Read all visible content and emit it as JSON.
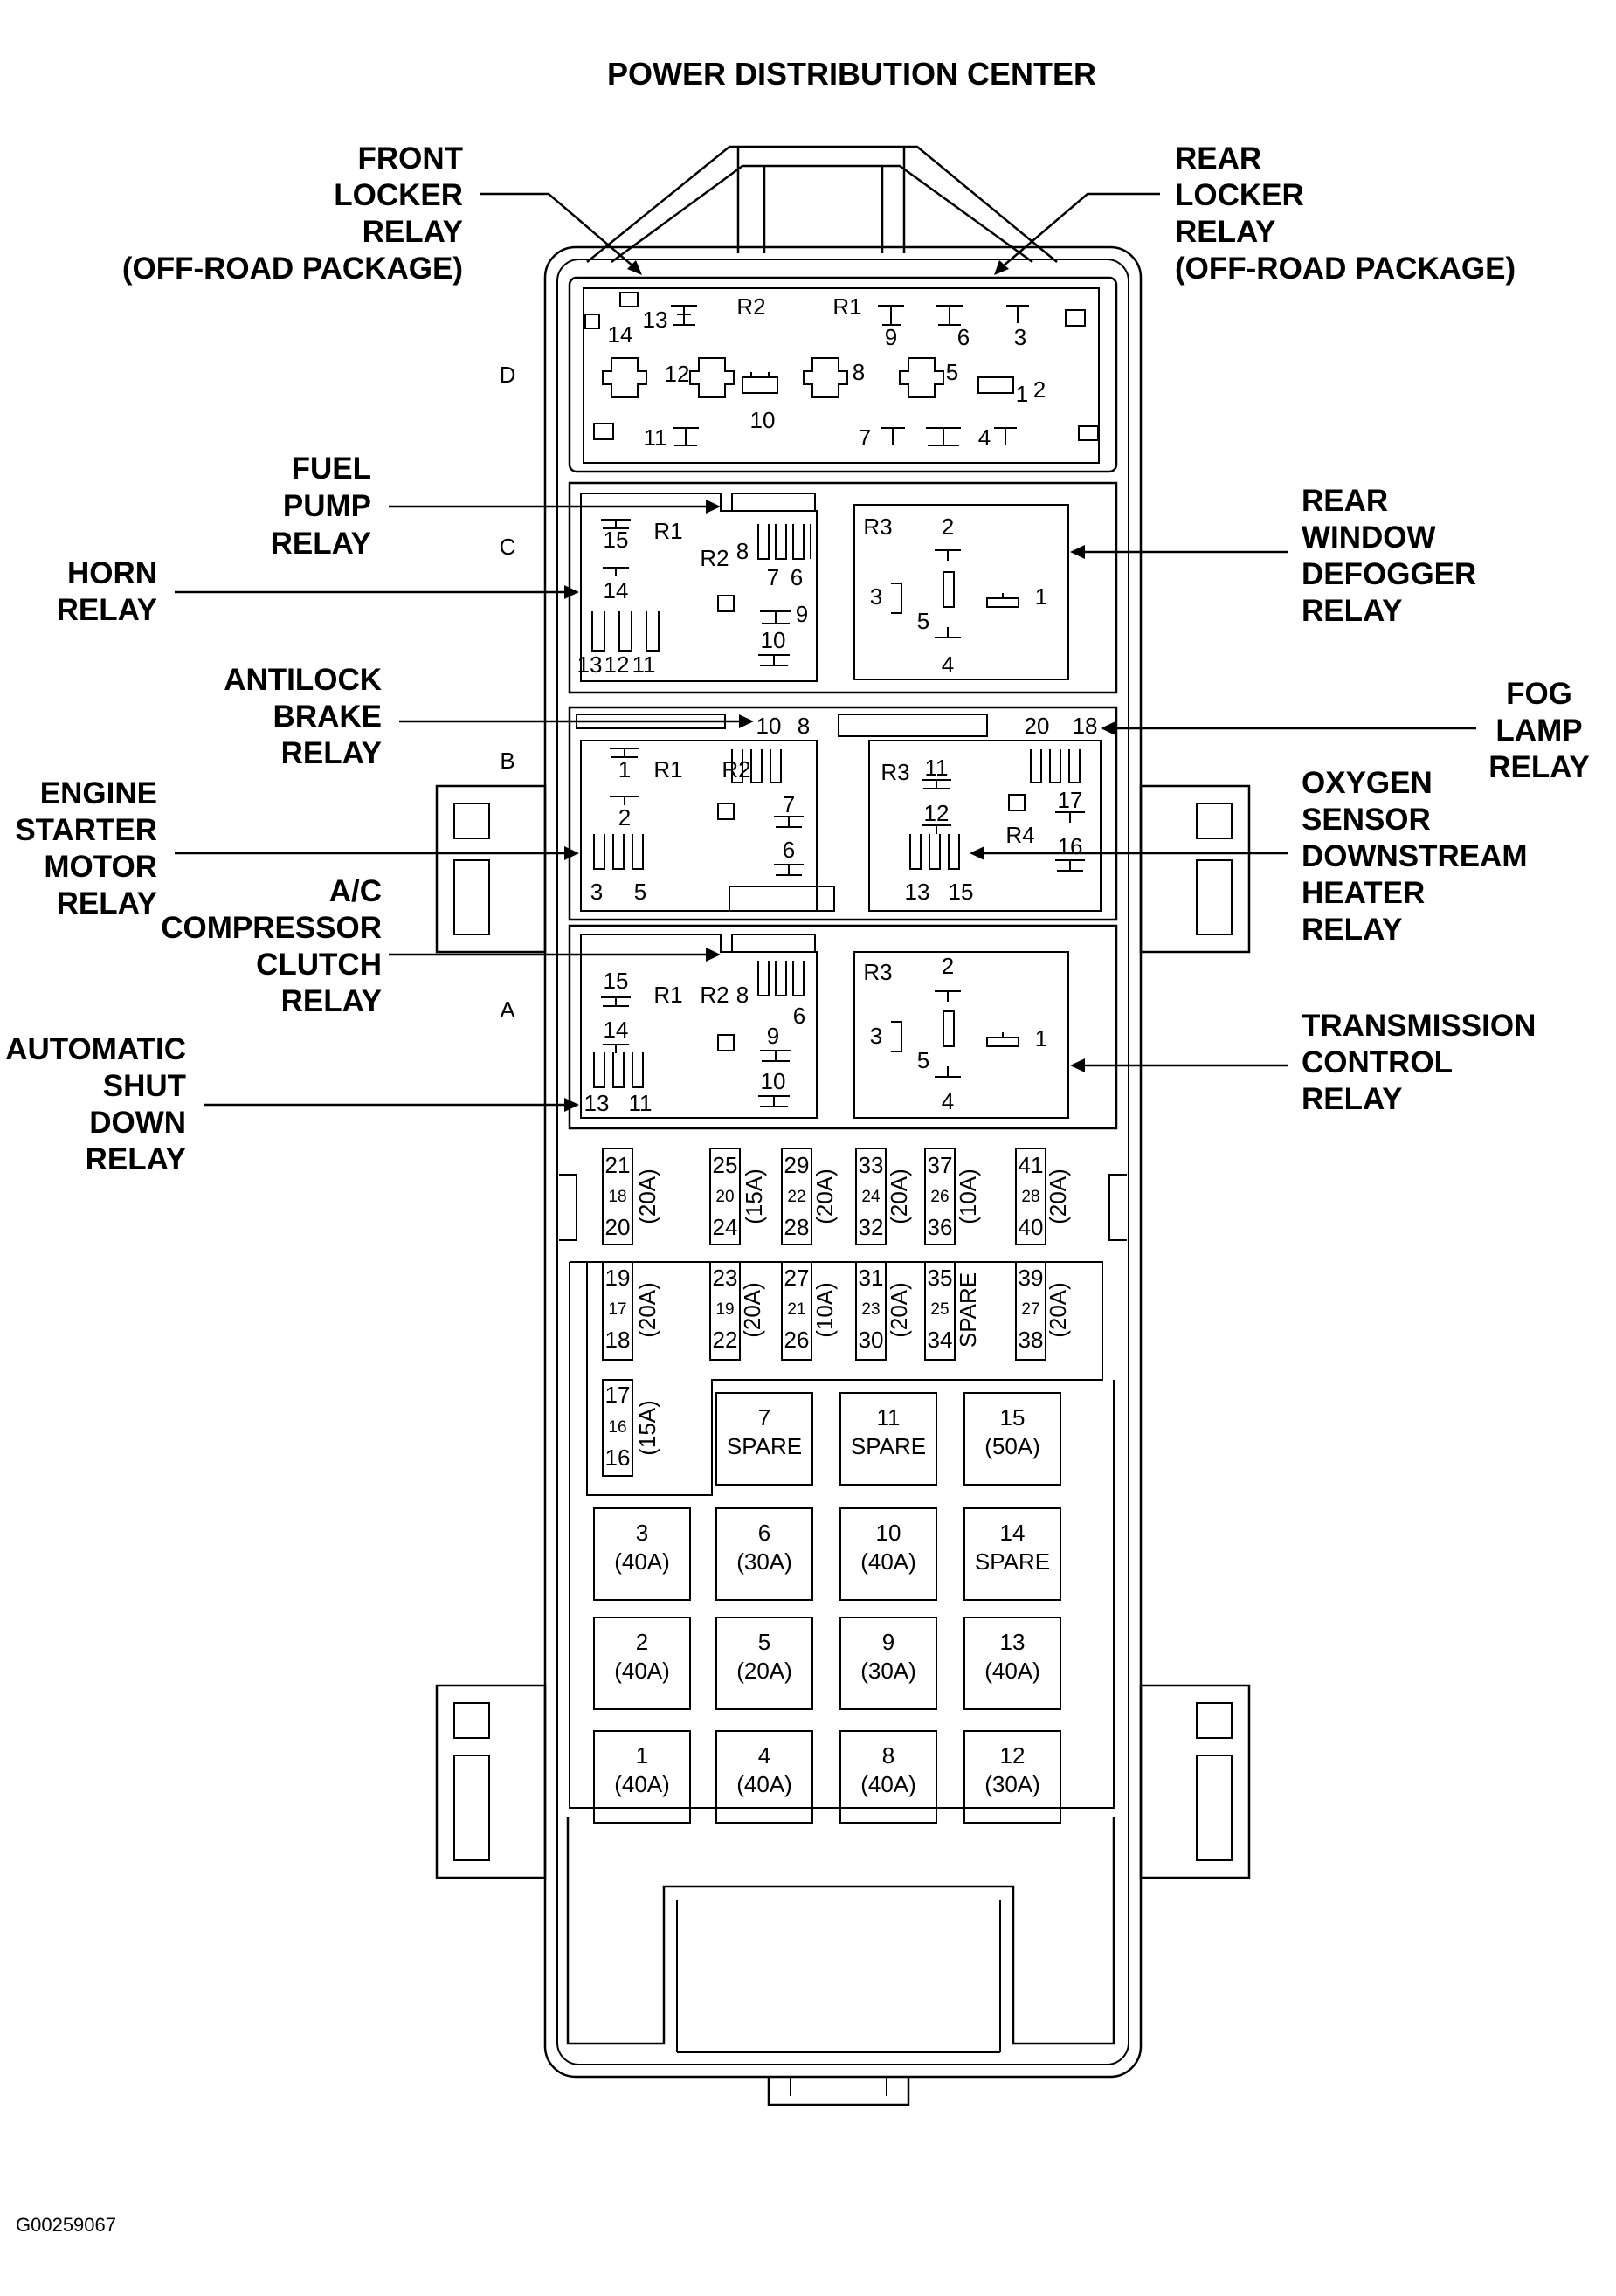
{
  "title": "POWER DISTRIBUTION CENTER",
  "image_id": "G00259067",
  "row_letters": [
    "D",
    "C",
    "B",
    "A"
  ],
  "callouts": {
    "front_locker": [
      "FRONT",
      "LOCKER",
      "RELAY",
      "(OFF-ROAD PACKAGE)"
    ],
    "rear_locker": [
      "REAR",
      "LOCKER",
      "RELAY",
      "(OFF-ROAD PACKAGE)"
    ],
    "fuel_pump": [
      "FUEL",
      "PUMP",
      "RELAY"
    ],
    "horn": [
      "HORN",
      "RELAY"
    ],
    "rear_window_defogger": [
      "REAR",
      "WINDOW",
      "DEFOGGER",
      "RELAY"
    ],
    "antilock_brake": [
      "ANTILOCK",
      "BRAKE",
      "RELAY"
    ],
    "fog_lamp": [
      "FOG",
      "LAMP",
      "RELAY"
    ],
    "engine_starter_motor": [
      "ENGINE",
      "STARTER",
      "MOTOR",
      "RELAY"
    ],
    "oxygen_sensor": [
      "OXYGEN",
      "SENSOR",
      "DOWNSTREAM",
      "HEATER",
      "RELAY"
    ],
    "ac_compressor": [
      "A/C",
      "COMPRESSOR",
      "CLUTCH",
      "RELAY"
    ],
    "transmission_control": [
      "TRANSMISSION",
      "CONTROL",
      "RELAY"
    ],
    "automatic_shut_down": [
      "AUTOMATIC",
      "SHUT",
      "DOWN",
      "RELAY"
    ]
  },
  "mini_fuses_top": [
    {
      "top": "21",
      "mid": "18",
      "bot": "20",
      "rating": "(20A)"
    },
    {
      "top": "25",
      "mid": "20",
      "bot": "24",
      "rating": "(15A)"
    },
    {
      "top": "29",
      "mid": "22",
      "bot": "28",
      "rating": "(20A)"
    },
    {
      "top": "33",
      "mid": "24",
      "bot": "32",
      "rating": "(20A)"
    },
    {
      "top": "37",
      "mid": "26",
      "bot": "36",
      "rating": "(10A)"
    },
    {
      "top": "41",
      "mid": "28",
      "bot": "40",
      "rating": "(20A)"
    }
  ],
  "mini_fuses_mid": [
    {
      "top": "19",
      "mid": "17",
      "bot": "18",
      "rating": "(20A)"
    },
    {
      "top": "23",
      "mid": "19",
      "bot": "22",
      "rating": "(20A)"
    },
    {
      "top": "27",
      "mid": "21",
      "bot": "26",
      "rating": "(10A)"
    },
    {
      "top": "31",
      "mid": "23",
      "bot": "30",
      "rating": "(20A)"
    },
    {
      "top": "35",
      "mid": "25",
      "bot": "34",
      "rating": "SPARE"
    },
    {
      "top": "39",
      "mid": "27",
      "bot": "38",
      "rating": "(20A)"
    }
  ],
  "mini_fuse_low": {
    "top": "17",
    "mid": "16",
    "bot": "16",
    "rating": "(15A)"
  },
  "maxi_fuses": [
    {
      "num": "7",
      "rating": "SPARE"
    },
    {
      "num": "11",
      "rating": "SPARE"
    },
    {
      "num": "15",
      "rating": "(50A)"
    },
    {
      "num": "3",
      "rating": "(40A)"
    },
    {
      "num": "6",
      "rating": "(30A)"
    },
    {
      "num": "10",
      "rating": "(40A)"
    },
    {
      "num": "14",
      "rating": "SPARE"
    },
    {
      "num": "2",
      "rating": "(40A)"
    },
    {
      "num": "5",
      "rating": "(20A)"
    },
    {
      "num": "9",
      "rating": "(30A)"
    },
    {
      "num": "13",
      "rating": "(40A)"
    },
    {
      "num": "1",
      "rating": "(40A)"
    },
    {
      "num": "4",
      "rating": "(40A)"
    },
    {
      "num": "8",
      "rating": "(40A)"
    },
    {
      "num": "12",
      "rating": "(30A)"
    }
  ],
  "row_d": {
    "r1": "R1",
    "r2": "R2",
    "pins": [
      "1",
      "2",
      "3",
      "4",
      "5",
      "6",
      "7",
      "8",
      "9",
      "10",
      "11",
      "12",
      "13",
      "14"
    ]
  },
  "row_c": {
    "r1": "R1",
    "r2": "R2",
    "r3": "R3",
    "pins": [
      "15",
      "14",
      "13",
      "12",
      "11",
      "8",
      "7",
      "6",
      "9",
      "10"
    ],
    "r3_pins": [
      "2",
      "3",
      "5",
      "1",
      "4"
    ]
  },
  "row_b": {
    "r1": "R1",
    "r2": "R2",
    "r3": "R3",
    "r4": "R4",
    "pins": [
      "10",
      "8",
      "20",
      "18",
      "1",
      "2",
      "3",
      "5",
      "7",
      "6",
      "11",
      "12",
      "13",
      "15",
      "17",
      "16"
    ]
  },
  "row_a": {
    "r1": "R1",
    "r2": "R2",
    "r3": "R3",
    "pins": [
      "15",
      "14",
      "13",
      "11",
      "8",
      "6",
      "9",
      "10"
    ],
    "r3_pins": [
      "2",
      "3",
      "5",
      "1",
      "4"
    ]
  }
}
